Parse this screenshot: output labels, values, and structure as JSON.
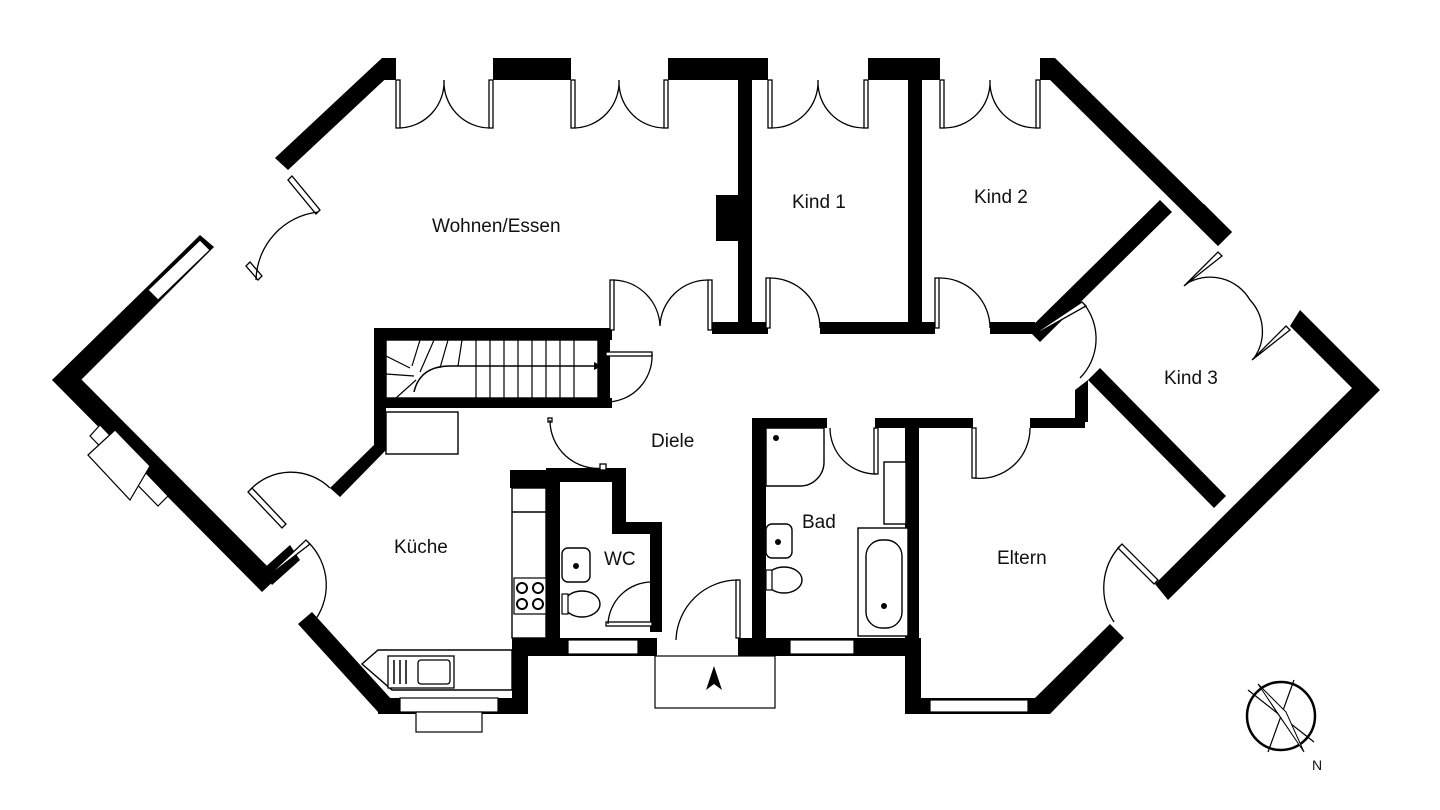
{
  "rooms": {
    "wohnen": "Wohnen/Essen",
    "kind1": "Kind 1",
    "kind2": "Kind 2",
    "kind3": "Kind 3",
    "diele": "Diele",
    "kueche": "Küche",
    "wc": "WC",
    "bad": "Bad",
    "eltern": "Eltern"
  },
  "compass": {
    "label": "N"
  },
  "colors": {
    "wall": "#000000",
    "background": "#ffffff"
  }
}
